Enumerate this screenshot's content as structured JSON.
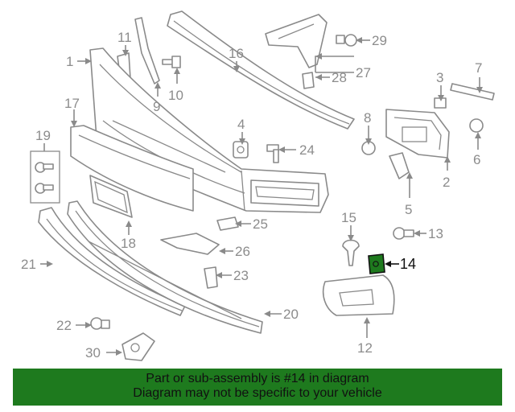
{
  "callouts": {
    "c1": "1",
    "c2": "2",
    "c3": "3",
    "c4": "4",
    "c5": "5",
    "c6": "6",
    "c7": "7",
    "c8": "8",
    "c9": "9",
    "c10": "10",
    "c11": "11",
    "c12": "12",
    "c13": "13",
    "c14": "14",
    "c15": "15",
    "c16": "16",
    "c17": "17",
    "c18": "18",
    "c19": "19",
    "c20": "20",
    "c21": "21",
    "c22": "22",
    "c23": "23",
    "c24": "24",
    "c25": "25",
    "c26": "26",
    "c27": "27",
    "c28": "28",
    "c29": "29",
    "c30": "30"
  },
  "highlight": {
    "callout": "14",
    "color": "#1e7a1e"
  },
  "banner": {
    "line1": "Part or sub-assembly is #14 in diagram",
    "line2": "Diagram may not be specific to your vehicle",
    "background": "#1e7a1e"
  }
}
